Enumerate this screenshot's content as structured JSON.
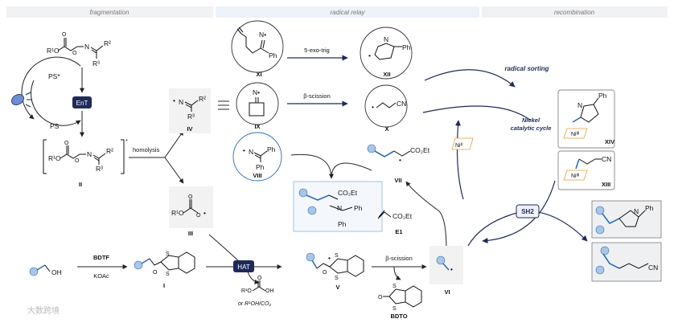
{
  "sections": {
    "fragmentation": "fragmentation",
    "radical_relay": "radical relay",
    "recombination": "recombination"
  },
  "photocatalyst": {
    "excited": "PS*",
    "ground": "PS",
    "process": "EnT"
  },
  "substrate": {
    "atoms": [
      "R¹O",
      "O",
      "O",
      "N",
      "R²",
      "R³"
    ],
    "label": "II"
  },
  "steps": {
    "homolysis": "homolysis",
    "exo_trig": "5-exo-trig",
    "beta_scission": "β-scission",
    "radical_sorting": "radical sorting",
    "nickel_cycle": [
      "Nickel",
      "catalytic cycle"
    ],
    "sh2": "SH2",
    "hat": "HAT",
    "hat_byproduct": "or R¹OH/CO₂",
    "bdtf": "BDTF",
    "koac": "KOAc",
    "beta_scission_2": "β-scission"
  },
  "compounds": {
    "IV": {
      "label": "IV",
      "atoms": [
        "•",
        "N",
        "R²",
        "R³"
      ]
    },
    "III": {
      "label": "III",
      "atoms": [
        "R¹O",
        "O",
        "•"
      ]
    },
    "XI": {
      "label": "XI",
      "atoms": [
        "N•",
        "Ph"
      ]
    },
    "IX": {
      "label": "IX",
      "atoms": [
        "N•"
      ]
    },
    "VIII": {
      "label": "VIII",
      "atoms": [
        "•",
        "N",
        "Ph",
        "Ph"
      ]
    },
    "XII": {
      "label": "XII",
      "atoms": [
        "•",
        "N",
        "Ph"
      ]
    },
    "X": {
      "label": "X",
      "atoms": [
        "•",
        "CN"
      ]
    },
    "VII": {
      "label": "VII",
      "atoms": [
        "•",
        "CO₂Et"
      ]
    },
    "product_imine": {
      "atoms": [
        "CO₂Et",
        "N",
        "Ph",
        "Ph"
      ]
    },
    "E1": {
      "label": "E1",
      "atoms": [
        "CO₂Et"
      ]
    },
    "I": {
      "label": "I",
      "atoms": [
        "S",
        "S",
        "O"
      ]
    },
    "V": {
      "label": "V",
      "atoms": [
        "S",
        "S",
        "O",
        "•"
      ]
    },
    "VI": {
      "label": "VI",
      "atoms": [
        "•"
      ]
    },
    "BDTO": {
      "label": "BDTO",
      "atoms": [
        "S",
        "S",
        "O"
      ]
    },
    "alcohol": {
      "atoms": [
        "OH"
      ]
    },
    "acid": {
      "atoms": [
        "R¹O",
        "O",
        "OH"
      ]
    },
    "XIV": {
      "label": "XIV",
      "atoms": [
        "N",
        "Ph",
        "Niᴵᴵᴵ"
      ]
    },
    "XIII": {
      "label": "XIII",
      "atoms": [
        "CN",
        "Niᴵᴵᴵ"
      ]
    },
    "NiII": {
      "label": "Niᴵᴵ"
    },
    "product_pyrroline": {
      "atoms": [
        "N",
        "Ph"
      ]
    },
    "product_nitrile": {
      "atoms": [
        "CN"
      ]
    }
  },
  "watermark": "大数跨境"
}
